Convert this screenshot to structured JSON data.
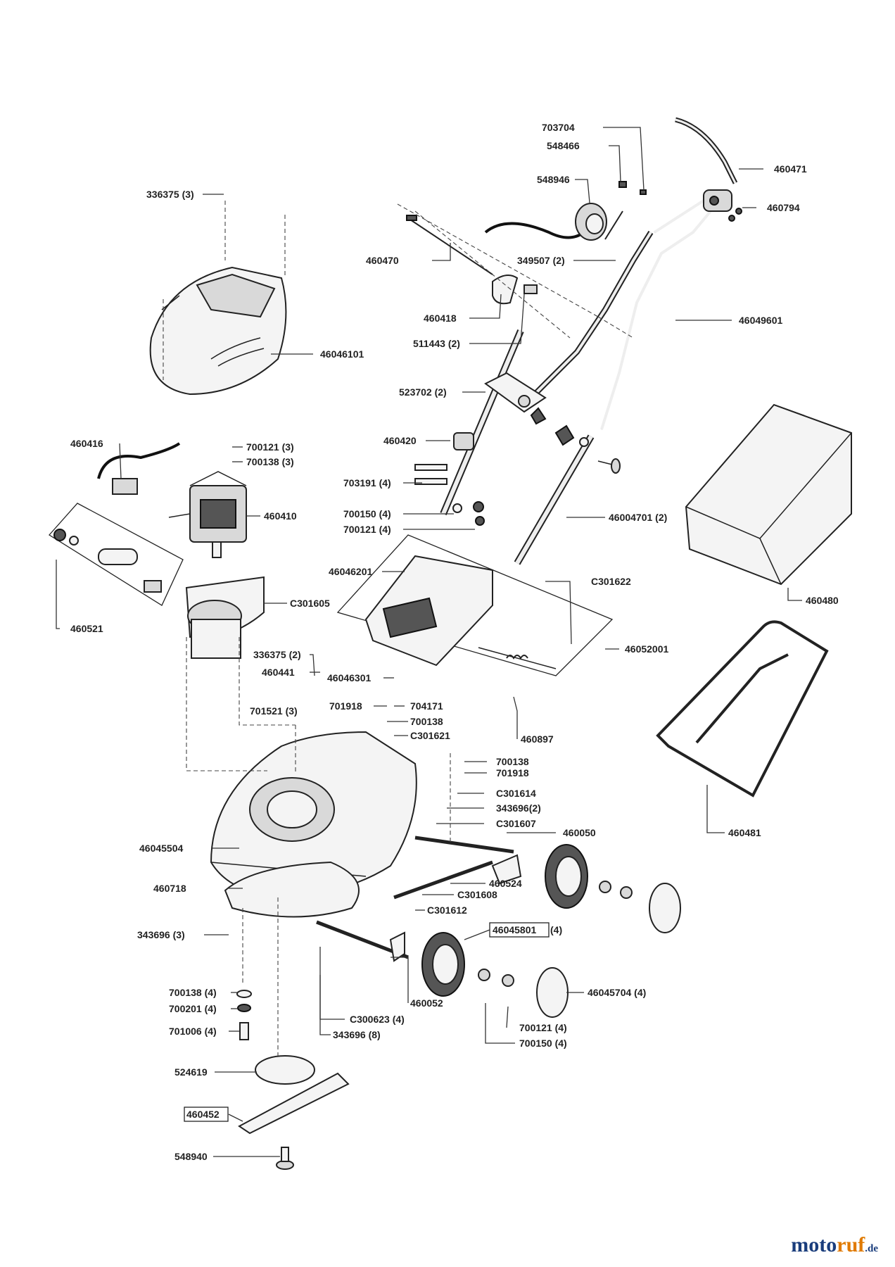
{
  "brand": {
    "a": "moto",
    "b": "ruf",
    "c": ".de"
  },
  "labels": [
    {
      "id": "703704",
      "text": "703704"
    },
    {
      "id": "548466",
      "text": "548466"
    },
    {
      "id": "460471",
      "text": "460471"
    },
    {
      "id": "548946",
      "text": "548946"
    },
    {
      "id": "460794",
      "text": "460794"
    },
    {
      "id": "336375-3",
      "text": "336375 (3)"
    },
    {
      "id": "460470",
      "text": "460470"
    },
    {
      "id": "349507-2",
      "text": "349507 (2)"
    },
    {
      "id": "460418",
      "text": "460418"
    },
    {
      "id": "46049601",
      "text": "46049601"
    },
    {
      "id": "511443-2",
      "text": "511443 (2)"
    },
    {
      "id": "46046101",
      "text": "46046101"
    },
    {
      "id": "523702-2",
      "text": "523702 (2)"
    },
    {
      "id": "460420",
      "text": "460420"
    },
    {
      "id": "460416",
      "text": "460416"
    },
    {
      "id": "700121-3",
      "text": "700121 (3)"
    },
    {
      "id": "700138-3",
      "text": "700138 (3)"
    },
    {
      "id": "703191-4",
      "text": "703191 (4)"
    },
    {
      "id": "460410",
      "text": "460410"
    },
    {
      "id": "700150-4",
      "text": "700150 (4)"
    },
    {
      "id": "46004701-2",
      "text": "46004701 (2)"
    },
    {
      "id": "700121-4a",
      "text": "700121 (4)"
    },
    {
      "id": "46046201",
      "text": "46046201"
    },
    {
      "id": "C301622",
      "text": "C301622"
    },
    {
      "id": "460480",
      "text": "460480"
    },
    {
      "id": "C301605",
      "text": "C301605"
    },
    {
      "id": "460521",
      "text": "460521"
    },
    {
      "id": "46052001",
      "text": "46052001"
    },
    {
      "id": "336375-2",
      "text": "336375 (2)"
    },
    {
      "id": "460441",
      "text": "460441"
    },
    {
      "id": "46046301",
      "text": "46046301"
    },
    {
      "id": "701918a",
      "text": "701918"
    },
    {
      "id": "704171",
      "text": "704171"
    },
    {
      "id": "700138a",
      "text": "700138"
    },
    {
      "id": "701521-3",
      "text": "701521 (3)"
    },
    {
      "id": "C301621",
      "text": "C301621"
    },
    {
      "id": "460897",
      "text": "460897"
    },
    {
      "id": "700138b",
      "text": "700138"
    },
    {
      "id": "701918b",
      "text": "701918"
    },
    {
      "id": "C301614",
      "text": "C301614"
    },
    {
      "id": "343696-2",
      "text": "343696(2)"
    },
    {
      "id": "C301607",
      "text": "C301607"
    },
    {
      "id": "460481",
      "text": "460481"
    },
    {
      "id": "460050",
      "text": "460050"
    },
    {
      "id": "46045504",
      "text": "46045504"
    },
    {
      "id": "460524",
      "text": "460524"
    },
    {
      "id": "460718",
      "text": "460718"
    },
    {
      "id": "C301608",
      "text": "C301608"
    },
    {
      "id": "C301612",
      "text": "C301612"
    },
    {
      "id": "343696-3",
      "text": "343696 (3)"
    },
    {
      "id": "46045801",
      "text": "46045801"
    },
    {
      "id": "46045801-q",
      "text": "(4)"
    },
    {
      "id": "700138-4",
      "text": "700138 (4)"
    },
    {
      "id": "46045704-4",
      "text": "46045704 (4)"
    },
    {
      "id": "700201-4",
      "text": "700201 (4)"
    },
    {
      "id": "460052",
      "text": "460052"
    },
    {
      "id": "C300623-4",
      "text": "C300623 (4)"
    },
    {
      "id": "700121-4b",
      "text": "700121 (4)"
    },
    {
      "id": "701006-4",
      "text": "701006 (4)"
    },
    {
      "id": "343696-8",
      "text": "343696 (8)"
    },
    {
      "id": "700150-4b",
      "text": "700150 (4)"
    },
    {
      "id": "524619",
      "text": "524619"
    },
    {
      "id": "460452",
      "text": "460452"
    },
    {
      "id": "548940",
      "text": "548940"
    }
  ]
}
